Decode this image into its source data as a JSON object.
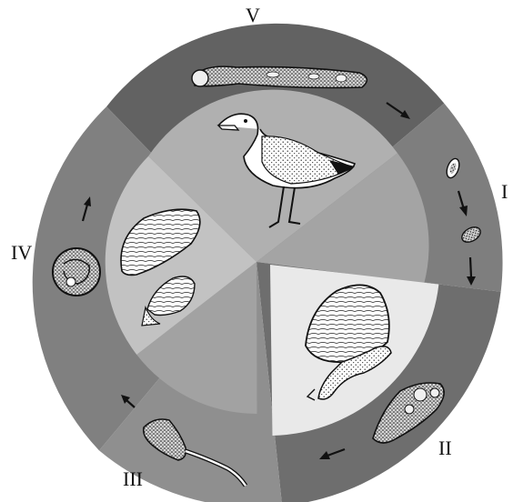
{
  "stages": {
    "v": {
      "numeral": "V",
      "organism": "redia-in-worm"
    },
    "i": {
      "numeral": "I",
      "organism": "eggs-and-miracidium"
    },
    "ii": {
      "numeral": "II",
      "organism": "sporocyst"
    },
    "iii": {
      "numeral": "III",
      "organism": "cercaria"
    },
    "iv": {
      "numeral": "IV",
      "organism": "metacercaria-cyst"
    }
  },
  "hosts": {
    "definitive": "gull",
    "first_intermediate": "snail",
    "second_intermediate": [
      "mussel",
      "snail"
    ]
  },
  "colors": {
    "ring_dark": "#626262",
    "ring_mid": "#7d7d7d",
    "ring_light": "#8c8c8c",
    "sector_gull": "#b0b0b0",
    "sector_snail": "#e8e8e8",
    "sector_hosts": "#c2c2c2",
    "sector_plain": "#9e9e9e"
  }
}
